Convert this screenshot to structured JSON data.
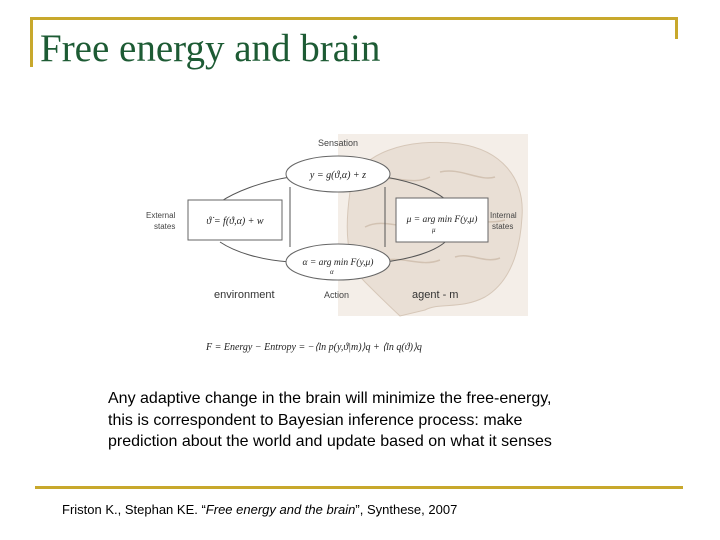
{
  "slide": {
    "title": "Free energy and brain",
    "caption": "Any adaptive change in the brain will minimize the free-energy, this is correspondent to Bayesian inference process: make prediction about the world and update based on what it senses",
    "citation": {
      "prefix": "Friston K., Stephan KE. “",
      "paper_title": "Free energy and the brain",
      "suffix": "”, Synthese, 2007"
    }
  },
  "figure": {
    "sensation_label": "Sensation",
    "sensation_eq": "y = g(ϑ,α) + z",
    "external_label_1": "External",
    "external_label_2": "states",
    "external_eq": "ϑ̇ = f(ϑ,α) + w",
    "internal_label_1": "Internal",
    "internal_label_2": "states",
    "internal_eq": "μ = arg min F(y,μ)",
    "internal_sub": "μ",
    "action_eq": "α = arg min F(y,μ)",
    "action_sub": "α",
    "environment_label": "environment",
    "action_label": "Action",
    "agent_label": "agent - m",
    "free_energy_eq": "F = Energy − Entropy = −⟨ln p(y,ϑ|m)⟩q + ⟨ln q(ϑ)⟩q"
  },
  "colors": {
    "title": "#1d5b34",
    "frame": "#c8a82c",
    "brain": "#e9dfd5"
  }
}
